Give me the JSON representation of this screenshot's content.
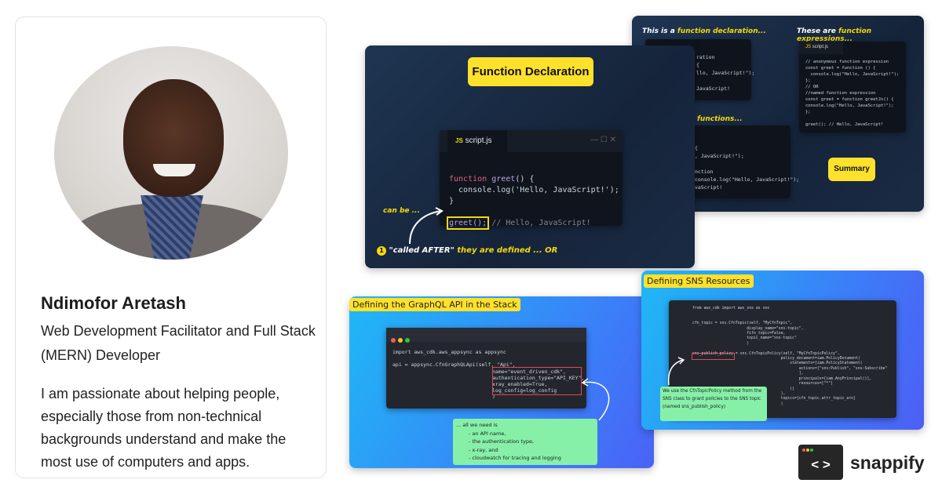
{
  "profile": {
    "name": "Ndimofor Aretash",
    "role": "Web Development Facilitator and Full Stack (MERN) Developer",
    "bio": "I am passionate about helping people, especially those from non-technical backgrounds understand and make the most use of computers and apps."
  },
  "summary_card": {
    "heading_left_prefix": "This is a ",
    "heading_left_accent": "function declaration...",
    "heading_right_prefix": "These are ",
    "heading_right_accent": "function expressions...",
    "heading_mid_accent": "functions...",
    "left_top_fragments": [
      "ration",
      "{",
      "llo, JavaScript!\");",
      "",
      "JavaScript!"
    ],
    "left_bottom_fragments": [
      "",
      "{",
      ", JavaScript!\");",
      "",
      "nction",
      "console.log(\"Hello, JavaScript!\");",
      "vaScript!"
    ],
    "tab": "script.js",
    "expr_code": [
      "// anonymous function expression",
      "const greet = function () {",
      "  console.log(\"Hello, JavaScript!\");",
      "};",
      "// OR",
      "//named function expression",
      "const greet = function greetJs() {",
      "console.log(\"Hello, JavaScript!\");",
      "};",
      "",
      "greet(); // Hello, JavaScript!"
    ],
    "button": "Summary"
  },
  "declaration_card": {
    "title": "Function Declaration",
    "tab_badge": "JS",
    "tab": "script.js",
    "code": {
      "kw": "function",
      "name": "greet",
      "rest": "() {",
      "line2": "  console.log('Hello, JavaScript!');",
      "line3": "}",
      "call": "greet();",
      "comment": " // Hello, JavaScript!"
    },
    "can_be": "can be ...",
    "step": "1",
    "called": "\"called AFTER\"",
    "after": " they are defined ... OR"
  },
  "graphql_card": {
    "title": "Defining the GraphQL API in the Stack",
    "code": [
      "import aws_cdk.aws_appsync as appsync",
      "",
      "api = appsync.CfnGraphQLApi(self, \"Api\",",
      "name=\"event_driven_cdk\",",
      "authentication_type=\"API_KEY\",",
      "xray_enabled=True,",
      "log_config=log_config",
      ")"
    ],
    "note": [
      "... all we need is",
      "- an API name,",
      "- the authentication type,",
      "- x-ray, and",
      "- cloudwatch for tracing and logging"
    ]
  },
  "sns_card": {
    "title": "Defining SNS Resources",
    "code": [
      "from aws_cdk import aws_sns as sns",
      "",
      "",
      "cfn_topic = sns.CfnTopic(self, \"MyCfnTopic\",",
      "                        display_name=\"sns-topic\",",
      "                        fifo_topic=False,",
      "                        topic_name=\"sns-topic\"",
      "                        )",
      "",
      "sns_publish_policy = sns.CfnTopicPolicy(self, \"MyCfnTopicPolicy\",",
      "                                       policy_document=iam.PolicyDocument(",
      "                                           statements=[iam.PolicyStatement(",
      "                                               actions=[\"sns:Publish\", \"sns:Subscribe\"",
      "                                               ],",
      "                                               principals=[iam.AnyPrincipal()],",
      "                                               resources=[\"*\"]",
      "                                           )]",
      "                                       ),",
      "                                       topics=[cfn_topic.attr_topic_arn]",
      "                                       )"
    ],
    "note": "We use the CfnTopicPolicy method from the SNS class to grant policies to the SNS topic (named sns_publish_policy)"
  },
  "brand": {
    "name": "snappify",
    "icon": "code-brackets-icon"
  }
}
